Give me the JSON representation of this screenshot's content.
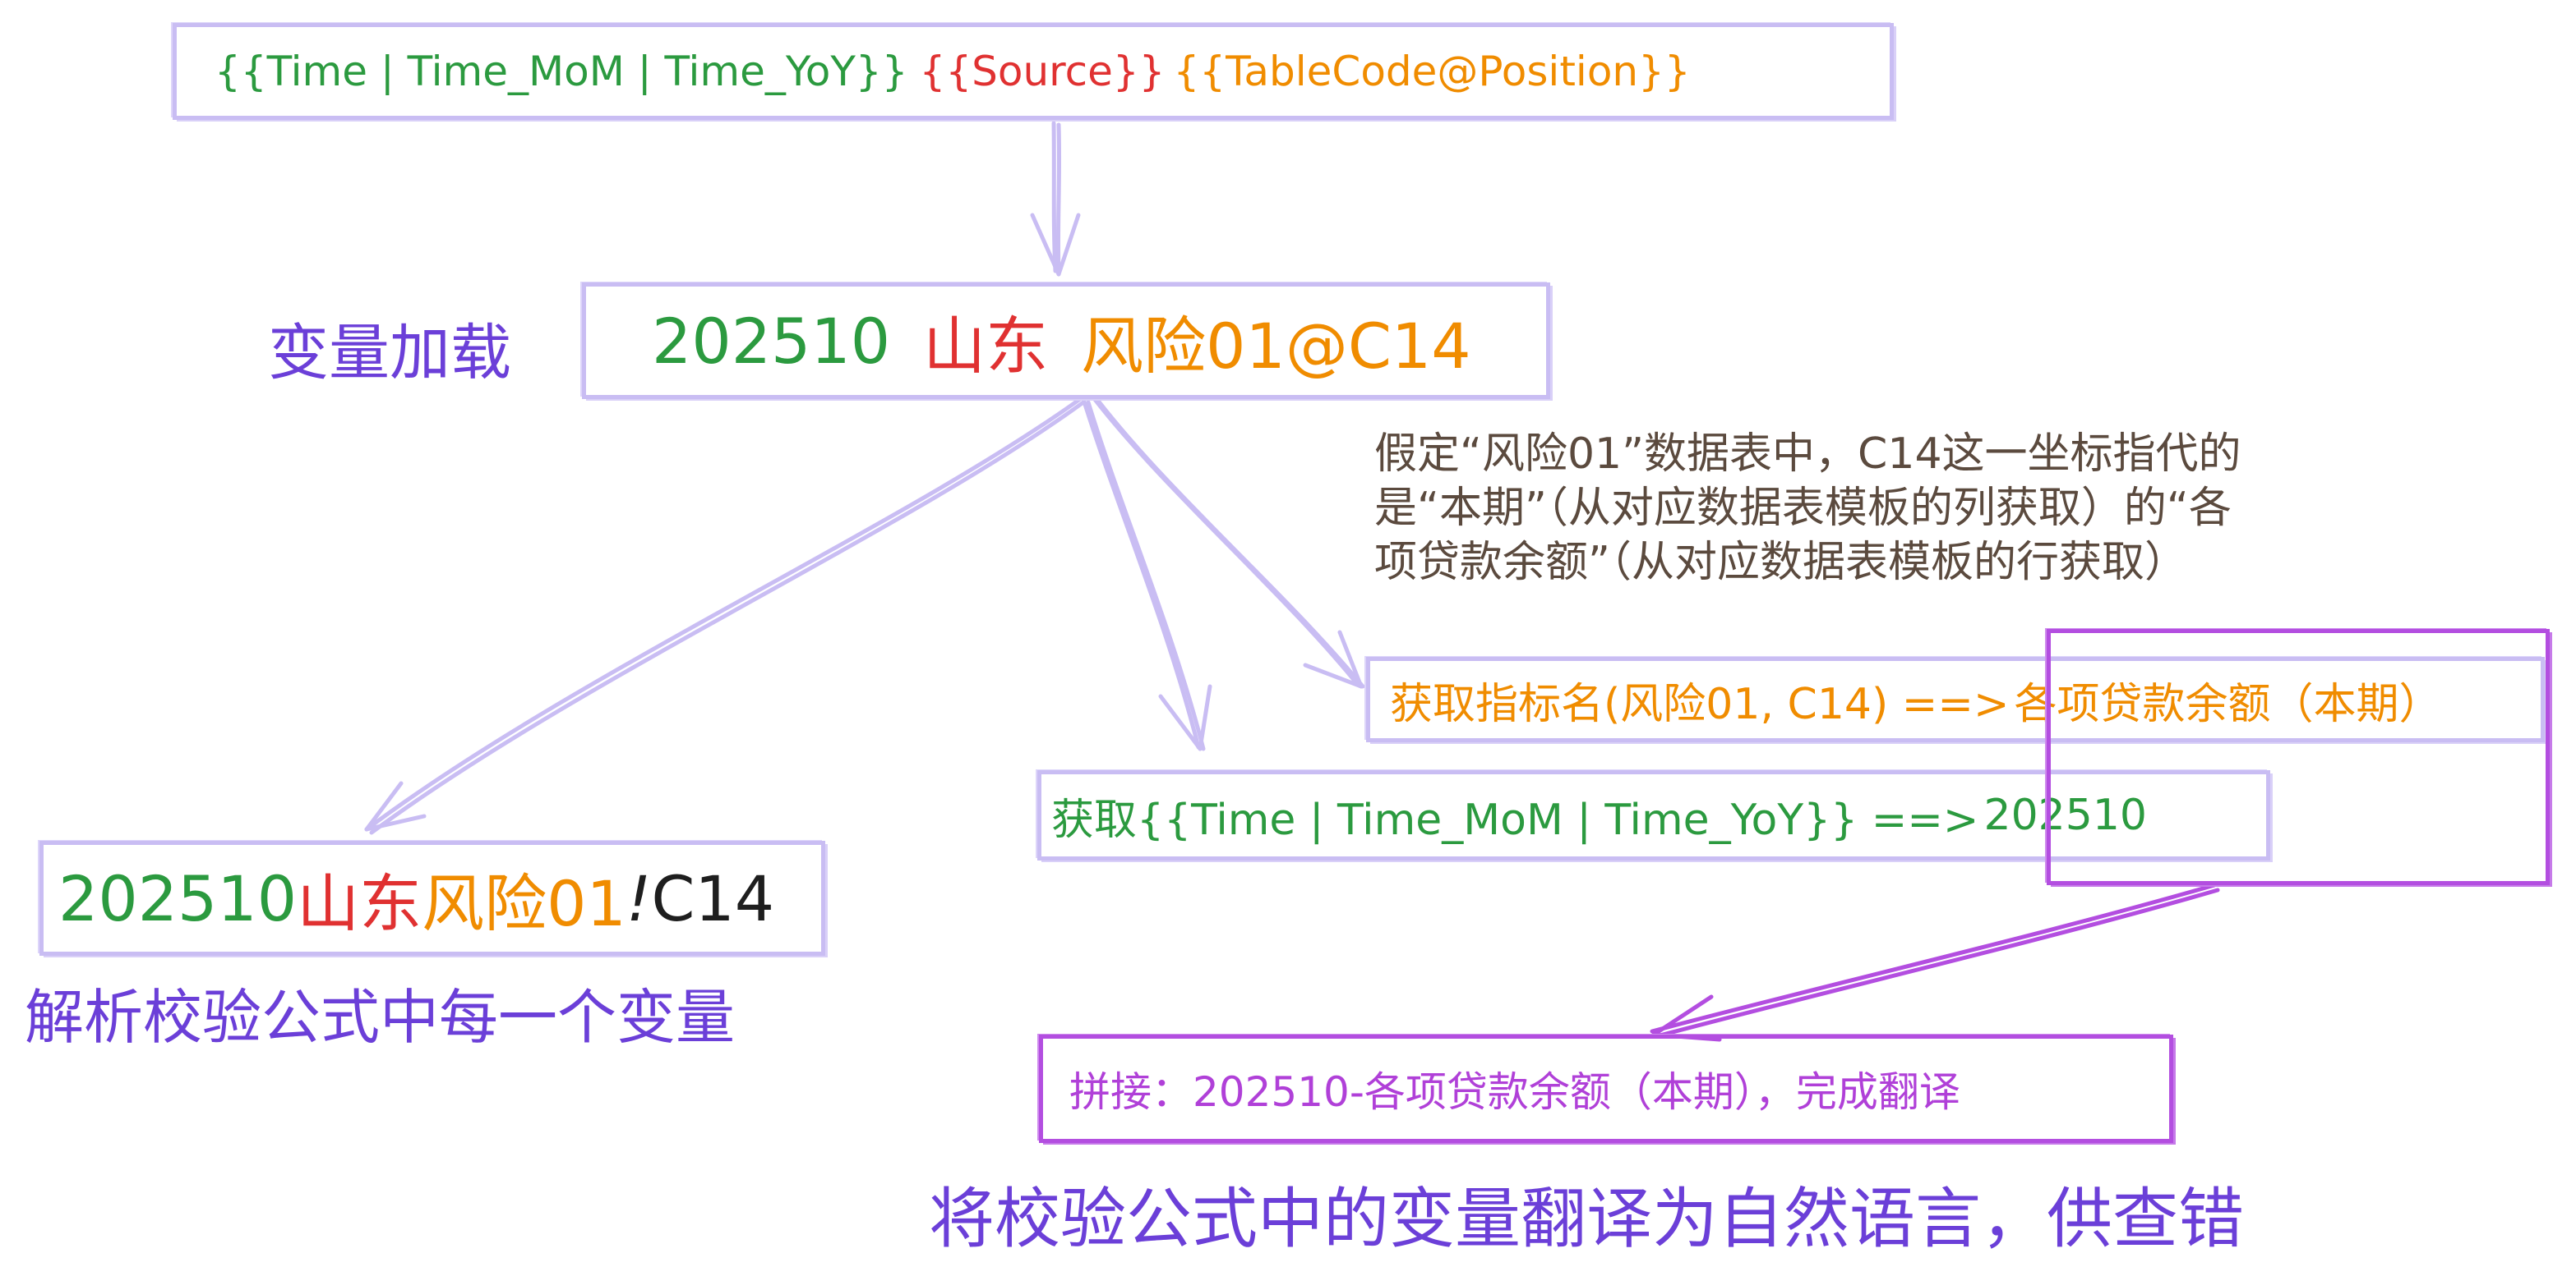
{
  "template_box": {
    "time": "{{Time | Time_MoM | Time_YoY}}",
    "source": "{{Source}}",
    "table_position": "{{TableCode@Position}}"
  },
  "load_label": "变量加载",
  "loaded_box": {
    "time": "202510",
    "source": "山东",
    "table_position": "风险01@C14"
  },
  "parsed_box": {
    "time": "202510",
    "source": "山东",
    "table": "风险01",
    "separator": "!",
    "position": "C14"
  },
  "parse_label": "解析校验公式中每一个变量",
  "note": {
    "lines": [
      "假定“风险01”数据表中，C14这一坐标指代的",
      "是“本期”（从对应数据表模板的列获取）的“各",
      "项贷款余额”（从对应数据表模板的行获取）"
    ]
  },
  "indicator_box": {
    "text": "获取指标名(风险01, C14) ==> ",
    "result": "各项贷款余额（本期）"
  },
  "time_box": {
    "text": "获取{{Time | Time_MoM | Time_YoY}} ==> ",
    "result": "202510"
  },
  "concat_box": {
    "text": "拼接：202510-各项贷款余额（本期），完成翻译"
  },
  "final_label": "将校验公式中的变量翻译为自然语言，供查错",
  "colors": {
    "time": "#2b9a3f",
    "source": "#e03131",
    "table": "#f08c00",
    "position": "#1e1e1e",
    "box_stroke": "#c9bdf3",
    "highlight_stroke": "#b34ee0",
    "label": "#6b3fd8",
    "note": "#5b4a3e",
    "concat_text": "#b040d8"
  }
}
